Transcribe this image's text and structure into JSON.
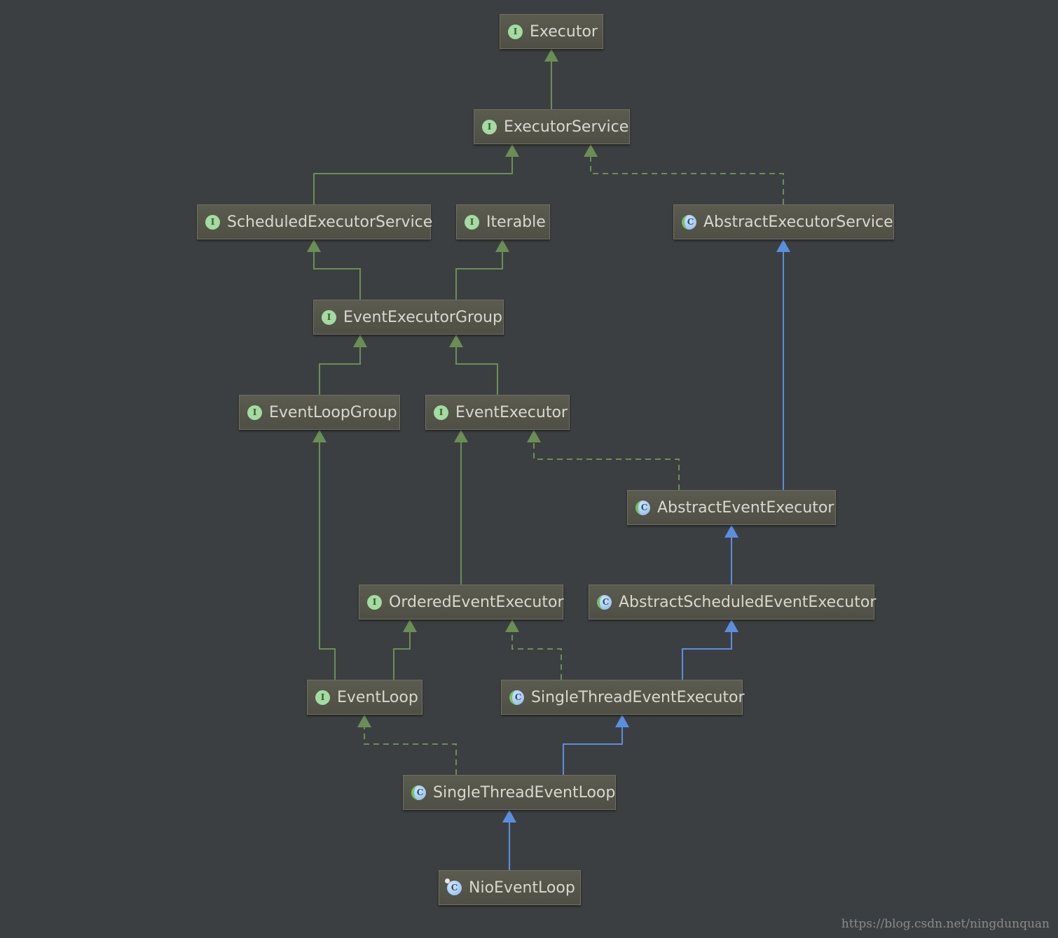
{
  "diagram": {
    "nodes": [
      {
        "id": "executor",
        "label": "Executor",
        "kind": "interface",
        "icon": "interface-icon"
      },
      {
        "id": "executor-service",
        "label": "ExecutorService",
        "kind": "interface",
        "icon": "interface-icon"
      },
      {
        "id": "scheduled-executor-service",
        "label": "ScheduledExecutorService",
        "kind": "interface",
        "icon": "interface-icon"
      },
      {
        "id": "iterable",
        "label": "Iterable",
        "kind": "interface",
        "icon": "interface-icon"
      },
      {
        "id": "abstract-executor-service",
        "label": "AbstractExecutorService",
        "kind": "abstract",
        "icon": "abstract-class-icon"
      },
      {
        "id": "event-executor-group",
        "label": "EventExecutorGroup",
        "kind": "interface",
        "icon": "interface-icon"
      },
      {
        "id": "event-loop-group",
        "label": "EventLoopGroup",
        "kind": "interface",
        "icon": "interface-icon"
      },
      {
        "id": "event-executor",
        "label": "EventExecutor",
        "kind": "interface",
        "icon": "interface-icon"
      },
      {
        "id": "abstract-event-executor",
        "label": "AbstractEventExecutor",
        "kind": "abstract",
        "icon": "abstract-class-icon"
      },
      {
        "id": "ordered-event-executor",
        "label": "OrderedEventExecutor",
        "kind": "interface",
        "icon": "interface-icon"
      },
      {
        "id": "abstract-scheduled-event-executor",
        "label": "AbstractScheduledEventExecutor",
        "kind": "abstract",
        "icon": "abstract-class-icon"
      },
      {
        "id": "event-loop",
        "label": "EventLoop",
        "kind": "interface",
        "icon": "interface-icon"
      },
      {
        "id": "single-thread-event-executor",
        "label": "SingleThreadEventExecutor",
        "kind": "abstract",
        "icon": "abstract-class-icon"
      },
      {
        "id": "single-thread-event-loop",
        "label": "SingleThreadEventLoop",
        "kind": "abstract",
        "icon": "abstract-class-icon"
      },
      {
        "id": "nio-event-loop",
        "label": "NioEventLoop",
        "kind": "final",
        "icon": "final-class-icon"
      }
    ],
    "edges": [
      {
        "from": "executor-service",
        "to": "executor",
        "type": "interface-extends"
      },
      {
        "from": "scheduled-executor-service",
        "to": "executor-service",
        "type": "interface-extends"
      },
      {
        "from": "abstract-executor-service",
        "to": "executor-service",
        "type": "implements"
      },
      {
        "from": "event-executor-group",
        "to": "scheduled-executor-service",
        "type": "interface-extends"
      },
      {
        "from": "event-executor-group",
        "to": "iterable",
        "type": "interface-extends"
      },
      {
        "from": "event-loop-group",
        "to": "event-executor-group",
        "type": "interface-extends"
      },
      {
        "from": "event-executor",
        "to": "event-executor-group",
        "type": "interface-extends"
      },
      {
        "from": "abstract-event-executor",
        "to": "event-executor",
        "type": "implements"
      },
      {
        "from": "abstract-event-executor",
        "to": "abstract-executor-service",
        "type": "class-extends"
      },
      {
        "from": "ordered-event-executor",
        "to": "event-executor",
        "type": "interface-extends"
      },
      {
        "from": "abstract-scheduled-event-executor",
        "to": "abstract-event-executor",
        "type": "class-extends"
      },
      {
        "from": "event-loop",
        "to": "event-loop-group",
        "type": "interface-extends"
      },
      {
        "from": "event-loop",
        "to": "ordered-event-executor",
        "type": "interface-extends"
      },
      {
        "from": "single-thread-event-executor",
        "to": "ordered-event-executor",
        "type": "implements"
      },
      {
        "from": "single-thread-event-executor",
        "to": "abstract-scheduled-event-executor",
        "type": "class-extends"
      },
      {
        "from": "single-thread-event-loop",
        "to": "event-loop",
        "type": "implements"
      },
      {
        "from": "single-thread-event-loop",
        "to": "single-thread-event-executor",
        "type": "class-extends"
      },
      {
        "from": "nio-event-loop",
        "to": "single-thread-event-loop",
        "type": "class-extends"
      }
    ],
    "colors": {
      "background": "#3c3f41",
      "interface_edge": "#6a8f55",
      "class_edge": "#5a8fe0",
      "node_text": "#d8d8d0"
    }
  },
  "watermark": "https://blog.csdn.net/ningdunquan"
}
